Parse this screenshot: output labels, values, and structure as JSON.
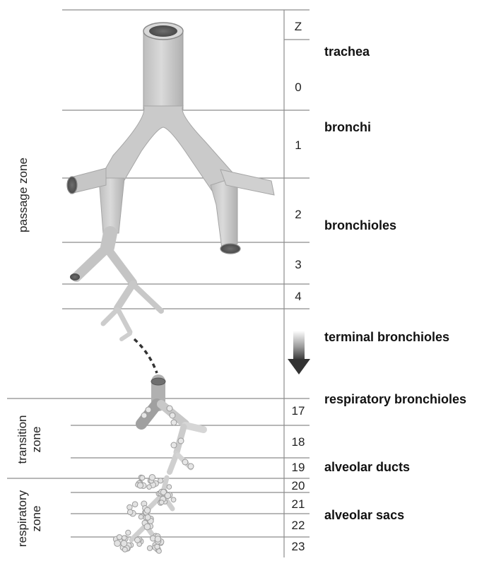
{
  "diagram": {
    "column_header": "Z",
    "generations": [
      "0",
      "1",
      "2",
      "3",
      "4",
      "17",
      "18",
      "19",
      "20",
      "21",
      "22",
      "23"
    ],
    "zones": [
      {
        "id": "passage",
        "label": "passage zone"
      },
      {
        "id": "transition",
        "label": "transition\nzone"
      },
      {
        "id": "respiratory",
        "label": "respiratory\nzone"
      }
    ],
    "structures": [
      {
        "id": "trachea",
        "label": "trachea"
      },
      {
        "id": "bronchi",
        "label": "bronchi"
      },
      {
        "id": "bronchioles",
        "label": "bronchioles"
      },
      {
        "id": "terminal",
        "label": "terminal bronchioles"
      },
      {
        "id": "respiratory-bronchioles",
        "label": "respiratory bronchioles"
      },
      {
        "id": "alveolar-ducts",
        "label": "alveolar ducts"
      },
      {
        "id": "alveolar-sacs",
        "label": "alveolar sacs"
      }
    ],
    "colors": {
      "airway_light": "#cfcfcf",
      "airway_dark": "#9a9a9a",
      "lines": "#8c8c8c",
      "arrow_dark": "#333333"
    }
  }
}
